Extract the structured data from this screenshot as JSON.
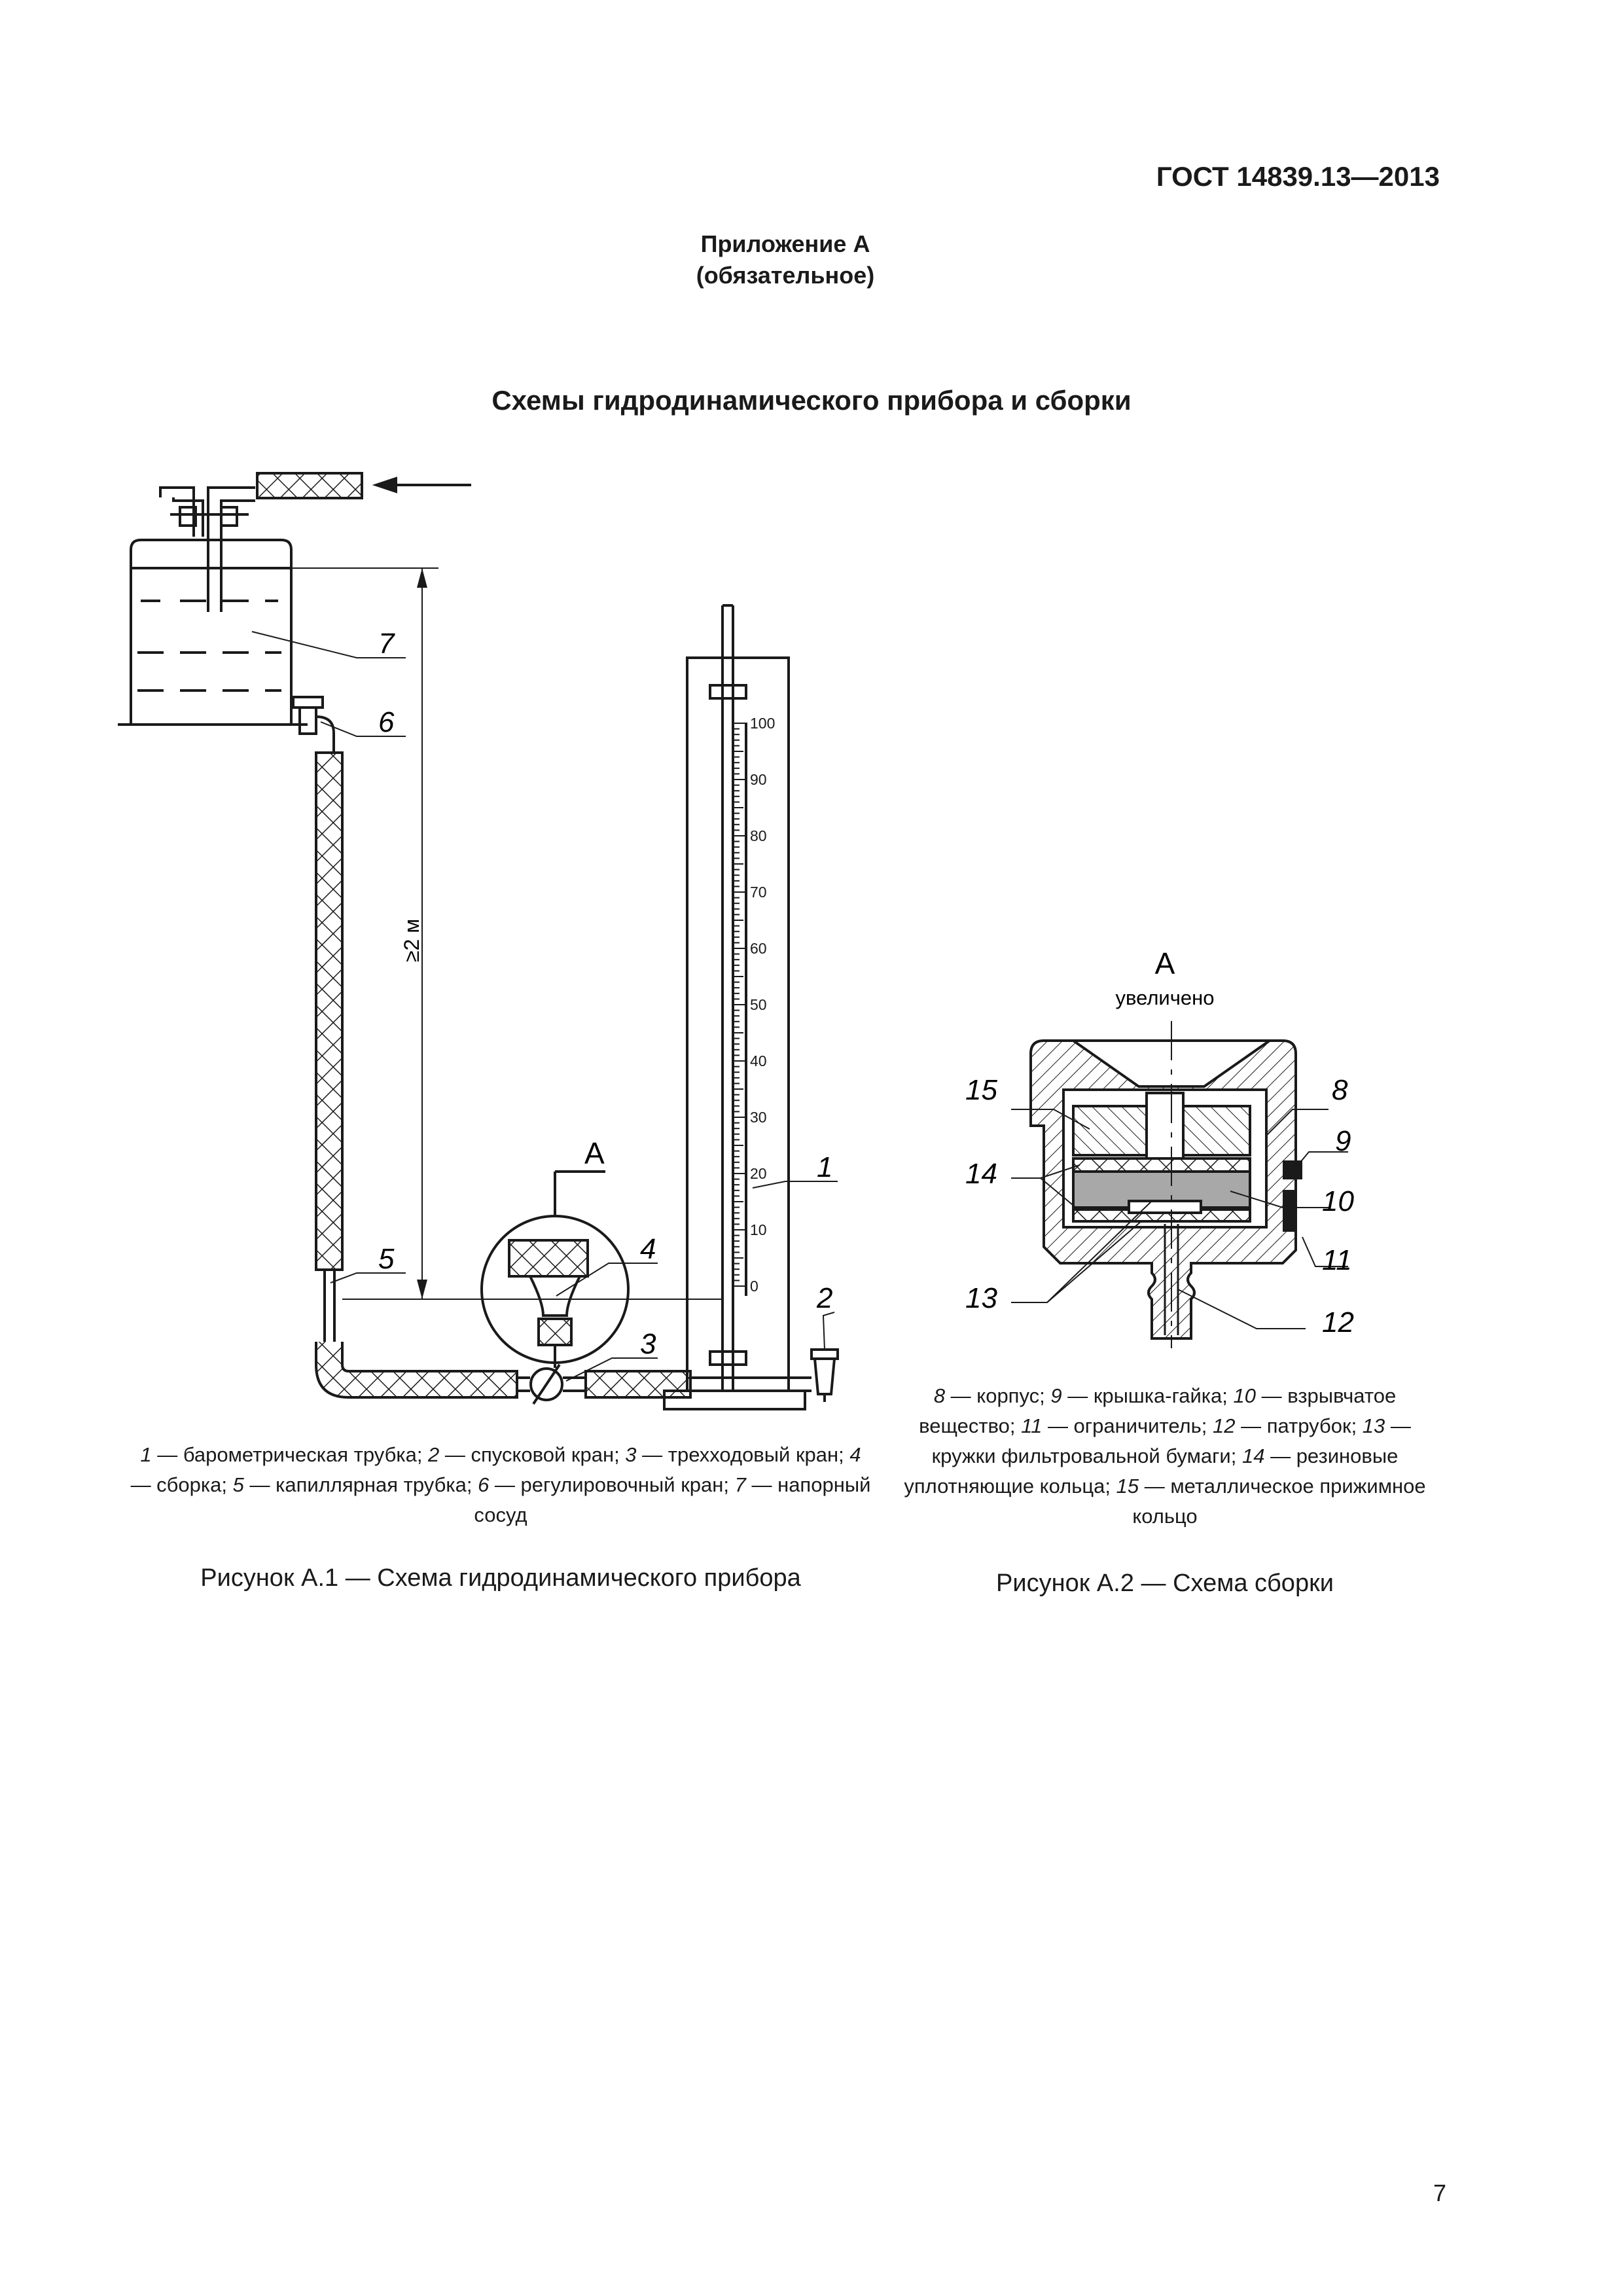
{
  "header": {
    "standard": "ГОСТ 14839.13—2013"
  },
  "appendix": {
    "title": "Приложение А",
    "status": "(обязательное)"
  },
  "main_title": "Схемы гидродинамического прибора и сборки",
  "figure1": {
    "labels": [
      "1",
      "2",
      "3",
      "4",
      "5",
      "6",
      "7"
    ],
    "callout_letter": "А",
    "height_mark": "≥2 м",
    "scale_ticks": [
      "100",
      "90",
      "80",
      "70",
      "60",
      "50",
      "40",
      "30",
      "20",
      "10",
      "0"
    ],
    "legend": [
      {
        "num": "1",
        "text": " — барометрическая трубка; "
      },
      {
        "num": "2",
        "text": " — спусковой кран; "
      },
      {
        "num": "3",
        "text": " — трехходовый кран; "
      },
      {
        "num": "4",
        "text": " — сборка; "
      },
      {
        "num": "5",
        "text": " — капиллярная трубка; "
      },
      {
        "num": "6",
        "text": " — регулировочный кран; "
      },
      {
        "num": "7",
        "text": " — напорный сосуд"
      }
    ],
    "caption": "Рисунок  А.1 — Схема гидродинамического прибора"
  },
  "figure2": {
    "view_letter": "А",
    "view_note": "увеличено",
    "labels": [
      "8",
      "9",
      "10",
      "11",
      "12",
      "13",
      "14",
      "15"
    ],
    "legend": [
      {
        "num": "8",
        "text": " — корпус; "
      },
      {
        "num": "9",
        "text": " — крышка-гайка; "
      },
      {
        "num": "10",
        "text": " — взрывчатое вещество; "
      },
      {
        "num": "11",
        "text": " — ограничитель; "
      },
      {
        "num": "12",
        "text": " — патрубок; "
      },
      {
        "num": "13",
        "text": " — кружки фильтровальной бумаги; "
      },
      {
        "num": "14",
        "text": " — резиновые уплотняющие кольца; "
      },
      {
        "num": "15",
        "text": " — металлическое прижимное кольцо"
      }
    ],
    "caption": "Рисунок  А.2 — Схема сборки"
  },
  "page_number": "7"
}
